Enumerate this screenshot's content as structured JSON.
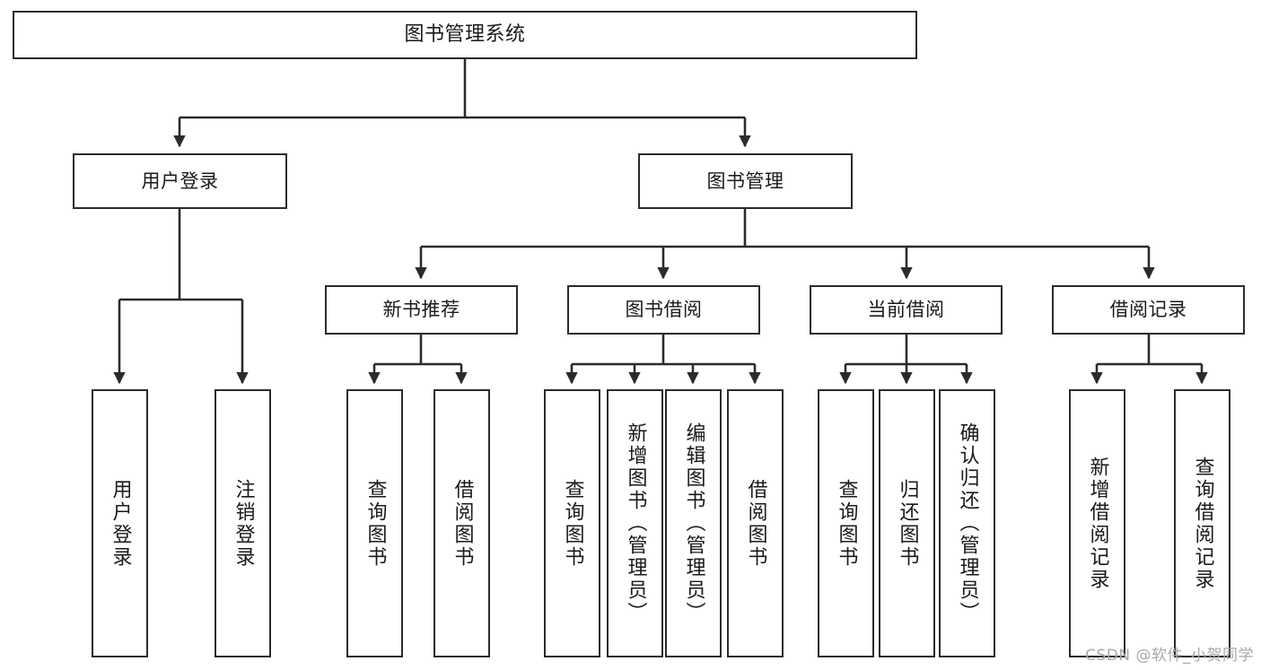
{
  "diagram": {
    "type": "tree-hierarchy",
    "title": "图书管理系统",
    "watermark": "CSDN @软件_小贺同学",
    "colors": {
      "box_border": "#2b2b2b",
      "box_fill": "#ffffff",
      "connector": "#2b2b2b",
      "text": "#1a1a1a",
      "watermark": "#a8a8a8"
    },
    "nodes": {
      "root": {
        "label": "图书管理系统"
      },
      "level1": [
        {
          "label": "用户登录"
        },
        {
          "label": "图书管理"
        }
      ],
      "level2": [
        {
          "label": "新书推荐"
        },
        {
          "label": "图书借阅"
        },
        {
          "label": "当前借阅"
        },
        {
          "label": "借阅记录"
        }
      ],
      "leaves": {
        "user_login": [
          {
            "label": "用户登录"
          },
          {
            "label": "注销登录"
          }
        ],
        "new_book_recommend": [
          {
            "label": "查询图书"
          },
          {
            "label": "借阅图书"
          }
        ],
        "book_borrow": [
          {
            "label": "查询图书"
          },
          {
            "label": "新增图书（管理员）"
          },
          {
            "label": "编辑图书（管理员）"
          },
          {
            "label": "借阅图书"
          }
        ],
        "current_borrow": [
          {
            "label": "查询图书"
          },
          {
            "label": "归还图书"
          },
          {
            "label": "确认归还（管理员）"
          }
        ],
        "borrow_record": [
          {
            "label": "新增借阅记录"
          },
          {
            "label": "查询借阅记录"
          }
        ]
      }
    }
  }
}
